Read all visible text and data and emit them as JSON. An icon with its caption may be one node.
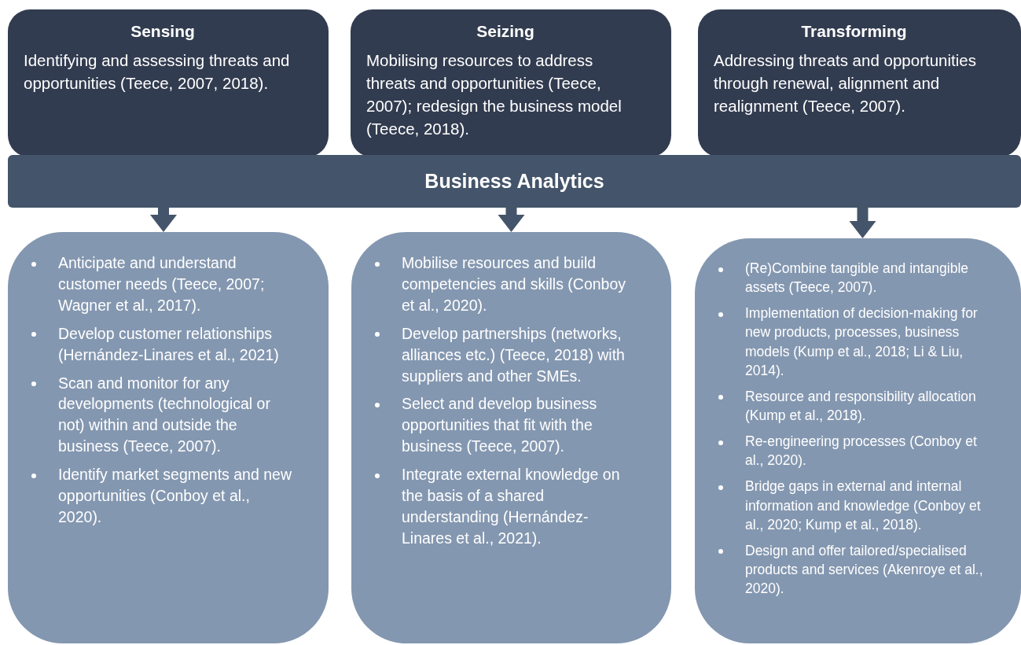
{
  "diagram": {
    "nodes": [
      {
        "text": [
          "Sensing",
          "Identifying and assessing threats and opportunities (Teece, 2007, 2018)."
        ]
      },
      {
        "text": [
          "Seizing",
          "Mobilising resources to address threats and opportunities (Teece, 2007); redesign the business model (Teece, 2018)."
        ]
      },
      {
        "text": [
          "Transforming",
          "Addressing threats and opportunities through renewal, alignment and realignment (Teece, 2007)."
        ]
      },
      {
        "text": [
          "Business Analytics"
        ]
      },
      {
        "text": [
          "Anticipate and understand customer needs (Teece, 2007; Wagner et al., 2017).",
          "Develop customer relationships (Hernández-Linares et al., 2021)",
          "Scan and monitor for any developments (technological or not) within and outside the business (Teece, 2007).",
          "Identify market segments and new opportunities (Conboy et al., 2020)."
        ]
      },
      {
        "text": [
          "Mobilise resources and build competencies and skills (Conboy et al., 2020).",
          "Develop partnerships (networks, alliances etc.) (Teece, 2018) with suppliers and other SMEs.",
          "Select and develop business opportunities that fit with the business (Teece, 2007).",
          "Integrate external knowledge on the basis of a shared understanding (Hernández-Linares et al., 2021)."
        ]
      },
      {
        "text": [
          "(Re)Combine tangible and intangible assets (Teece, 2007).",
          "Implementation of decision-making for new products, processes, business models (Kump et al., 2018; Li & Liu, 2014).",
          "Resource and responsibility allocation (Kump et al., 2018).",
          "Re-engineering processes (Conboy et al., 2020).",
          "Bridge gaps in external and internal information and knowledge (Conboy et al., 2020; Kump et al., 2018).",
          "Design and offer tailored/specialised products and services (Akenroye et al., 2020)."
        ]
      }
    ],
    "edges": [
      {
        "from": 3,
        "to": 4,
        "arrow": "to"
      },
      {
        "from": 3,
        "to": 5,
        "arrow": "to"
      },
      {
        "from": 3,
        "to": 6,
        "arrow": "to"
      }
    ]
  }
}
